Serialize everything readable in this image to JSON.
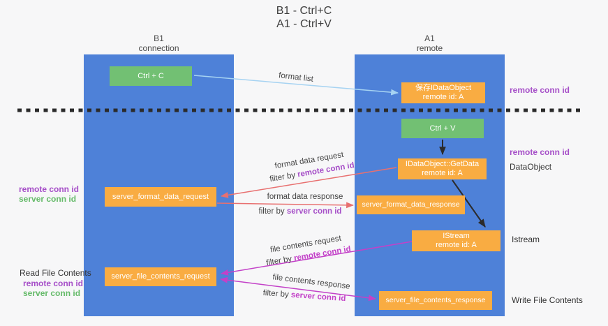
{
  "title": {
    "line1": "B1 - Ctrl+C",
    "line2": "A1 - Ctrl+V"
  },
  "lanes": {
    "left": {
      "name": "B1",
      "role": "connection"
    },
    "right": {
      "name": "A1",
      "role": "remote"
    }
  },
  "nodes": {
    "ctrl_c": {
      "label": "Ctrl + C"
    },
    "save_dataobject": {
      "line1": "保存IDataObject",
      "line2": "remote id: A"
    },
    "ctrl_v": {
      "label": "Ctrl + V"
    },
    "getdata": {
      "line1": "IDataObject::GetData",
      "line2": "remote id: A"
    },
    "format_request": {
      "label": "server_format_data_request"
    },
    "format_response": {
      "label": "server_format_data_response"
    },
    "istream": {
      "line1": "IStream",
      "line2": "remote id: A"
    },
    "file_request": {
      "label": "server_file_contents_request"
    },
    "file_response": {
      "label": "server_file_contents_response"
    }
  },
  "side_labels": {
    "remote_conn_id_top": "remote conn id",
    "remote_conn_id_mid": "remote conn id",
    "dataobject": "DataObject",
    "istream": "Istream",
    "write_file_contents": "Write File Contents",
    "left_remote_conn_id_1": "remote conn id",
    "left_server_conn_id_1": "server conn id",
    "read_file_contents": "Read File Contents",
    "left_remote_conn_id_2": "remote conn id",
    "left_server_conn_id_2": "server conn id"
  },
  "arrow_labels": {
    "format_list": "format list",
    "format_data_request": "format data request",
    "filter_by_1_prefix": "filter by ",
    "filter_by_1_em": "remote conn id",
    "format_data_response": "format data response",
    "filter_by_2_prefix": "filter by ",
    "filter_by_2_em": "server conn id",
    "file_contents_request": "file contents request",
    "filter_by_3_prefix": "filter by ",
    "filter_by_3_em": "remote conn id",
    "file_contents_response": "file contents response",
    "filter_by_4_prefix": "filter by ",
    "filter_by_4_em": "server conn id"
  },
  "colors": {
    "bg": "#f7f7f8",
    "lane_blue": "#4e81d8",
    "box_green": "#72c073",
    "box_orange": "#f9ac42",
    "purple_text": "#a64fc8",
    "green_text": "#66bb6a",
    "salmon_arrow": "#e87070",
    "magenta_arrow": "#c341c8",
    "light_blue_arrow": "#a6d3f2",
    "black_arrow": "#2b2b2b"
  }
}
